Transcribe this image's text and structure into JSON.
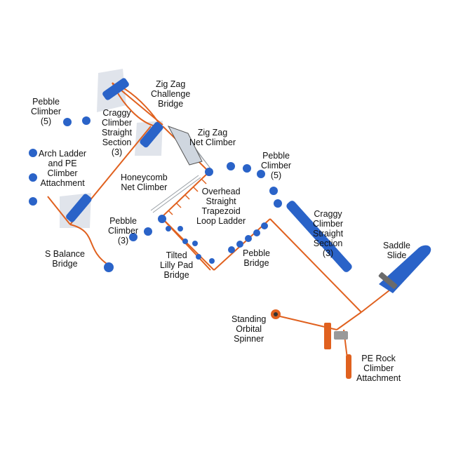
{
  "diagram": {
    "colors": {
      "rope": "#e0611f",
      "blue": "#2a63c8",
      "blue_dark": "#1d4a9c",
      "panel": "#cfd6df",
      "steel": "#8c8c8c",
      "text": "#111111"
    },
    "labels": {
      "zig_zag_challenge_bridge": [
        "Zig Zag",
        "Challenge",
        "Bridge"
      ],
      "pebble_climber_left": [
        "Pebble",
        "Climber",
        "(5)"
      ],
      "craggy_climber_left": [
        "Craggy",
        "Climber",
        "Straight",
        "Section",
        "(3)"
      ],
      "zig_zag_net_climber": [
        "Zig Zag",
        "Net Climber"
      ],
      "arch_ladder": [
        "Arch Ladder",
        "and PE",
        "Climber",
        "Attachment"
      ],
      "pebble_climber_right": [
        "Pebble",
        "Climber",
        "(5)"
      ],
      "honeycomb_net_climber": [
        "Honeycomb",
        "Net Climber"
      ],
      "overhead_ladder": [
        "Overhead",
        "Straight",
        "Trapezoid",
        "Loop Ladder"
      ],
      "pebble_climber_mid": [
        "Pebble",
        "Climber",
        "(3)"
      ],
      "craggy_climber_right": [
        "Craggy",
        "Climber",
        "Straight",
        "Section",
        "(3)"
      ],
      "saddle_slide": [
        "Saddle",
        "Slide"
      ],
      "s_balance_bridge": [
        "S Balance",
        "Bridge"
      ],
      "tilted_lilly_pad_bridge": [
        "Tilted",
        "Lilly Pad",
        "Bridge"
      ],
      "pebble_bridge": [
        "Pebble",
        "Bridge"
      ],
      "standing_orbital_spinner": [
        "Standing",
        "Orbital",
        "Spinner"
      ],
      "pe_rock_climber_attachment": [
        "PE Rock",
        "Climber",
        "Attachment"
      ]
    }
  }
}
